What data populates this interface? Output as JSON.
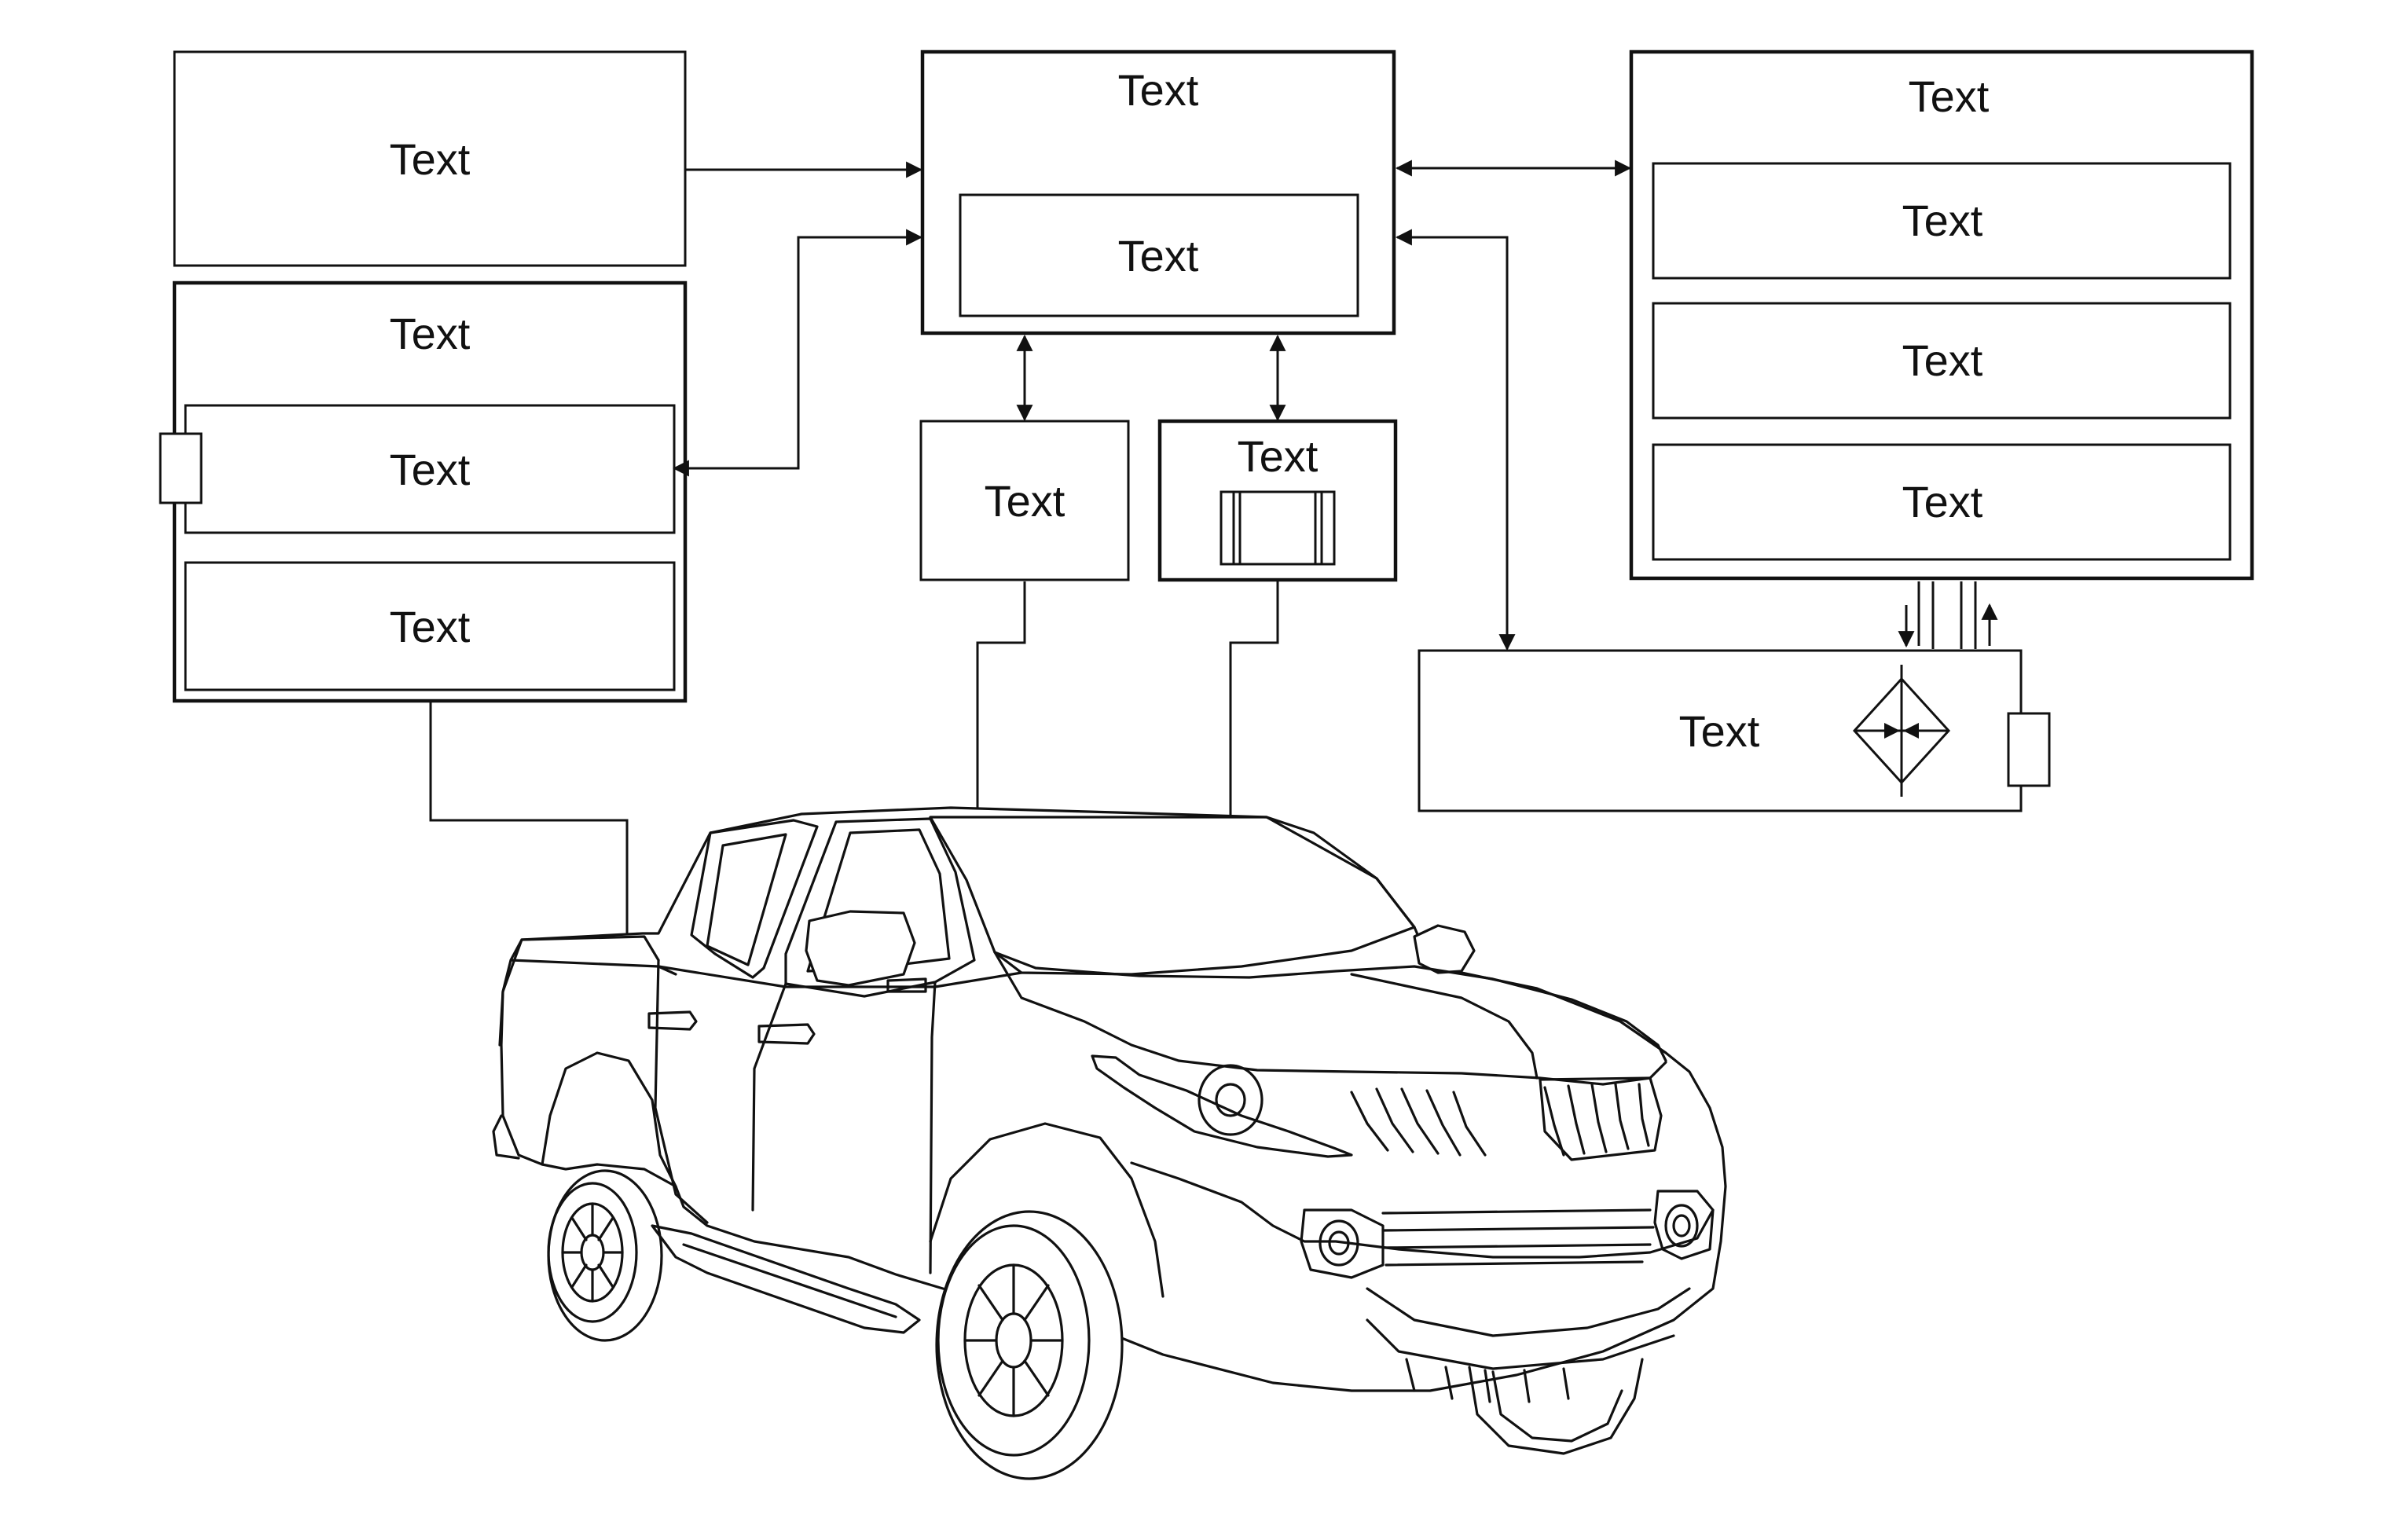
{
  "diagram": {
    "blocks": {
      "top_left": "Text",
      "left_group_title": "Text",
      "left_group_inner_1": "Text",
      "left_group_inner_2": "Text",
      "center_main_title": "Text",
      "center_main_inner": "Text",
      "center_small_1": "Text",
      "center_small_2_title": "Text",
      "right_group_title": "Text",
      "right_group_inner_1": "Text",
      "right_group_inner_2": "Text",
      "right_group_inner_3": "Text",
      "bottom_right": "Text"
    },
    "colors": {
      "stroke": "#111111",
      "background": "#ffffff"
    },
    "icons": {
      "left_connector": "connector-tab-icon",
      "right_connector": "connector-tab-icon",
      "sensor": "sensor-icon",
      "diamond": "diamond-sensor-icon",
      "vehicle": "pickup-truck-illustration"
    }
  }
}
